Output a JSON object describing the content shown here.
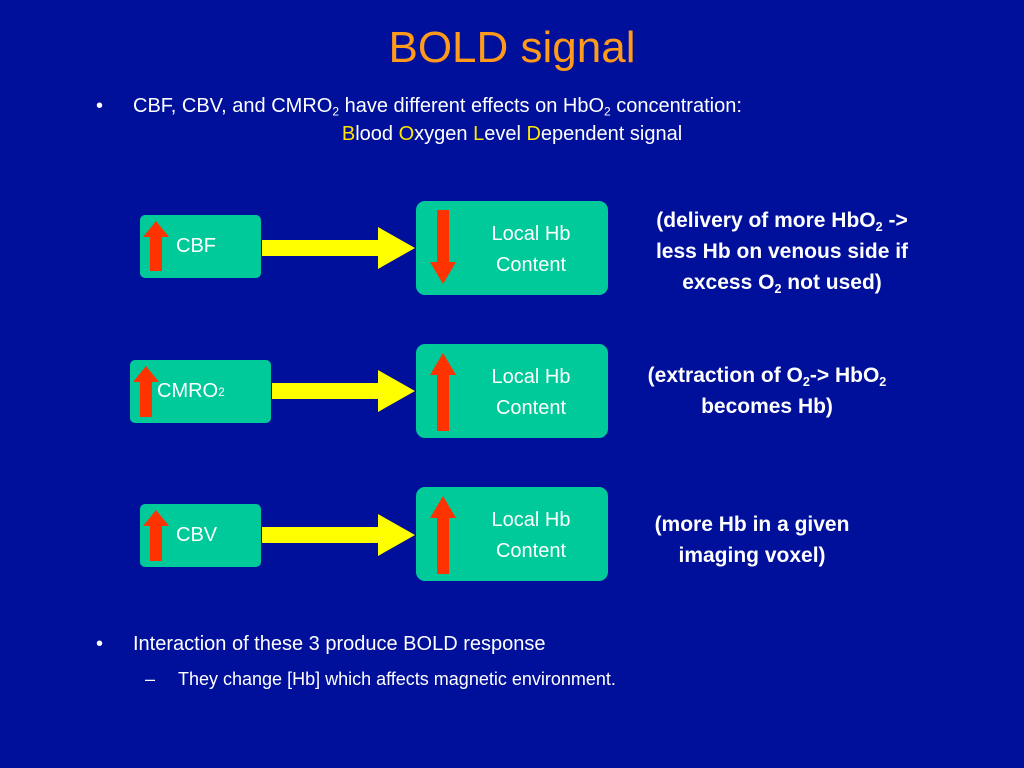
{
  "title": "BOLD signal",
  "bullets": {
    "first": {
      "marker": "•",
      "part1": "CBF, CBV, and CMRO",
      "sub1": "2",
      "part2": " have different effects on HbO",
      "sub2": "2",
      "part3": " concentration:",
      "line2": [
        {
          "hl": "B",
          "rest": "lood "
        },
        {
          "hl": "O",
          "rest": "xygen "
        },
        {
          "hl": "L",
          "rest": "evel "
        },
        {
          "hl": "D",
          "rest": "ependent signal"
        }
      ]
    },
    "second": {
      "marker": "•",
      "text": "Interaction of these 3 produce BOLD response"
    },
    "third": {
      "marker": "–",
      "text": "They change [Hb] which affects magnetic environment."
    }
  },
  "rows": [
    {
      "source": "CBF",
      "source_sub": "",
      "target_line1": "Local Hb",
      "target_line2": "Content",
      "direction": "down",
      "note": {
        "l1a": "(delivery of more HbO",
        "l1s": "2",
        "l1b": " ->",
        "l2": "less Hb on venous side if",
        "l3a": "excess O",
        "l3s": "2",
        "l3b": " not used)"
      }
    },
    {
      "source": "CMRO",
      "source_sub": "2",
      "target_line1": "Local Hb",
      "target_line2": "Content",
      "direction": "up",
      "note": {
        "l1a": "(extraction of O",
        "l1s": "2",
        "l1b": "-> HbO",
        "l1s2": "2",
        "l2": "becomes Hb)"
      }
    },
    {
      "source": "CBV",
      "source_sub": "",
      "target_line1": "Local Hb",
      "target_line2": "Content",
      "direction": "up",
      "note": {
        "l1": "(more Hb in a given",
        "l2": "imaging voxel)"
      }
    }
  ],
  "colors": {
    "background": "#00109a",
    "title": "#ff9a1a",
    "box": "#00c99a",
    "connector_arrow": "#ffff00",
    "indicator_arrow": "#ff3300",
    "highlight_letter": "#ffe400"
  }
}
